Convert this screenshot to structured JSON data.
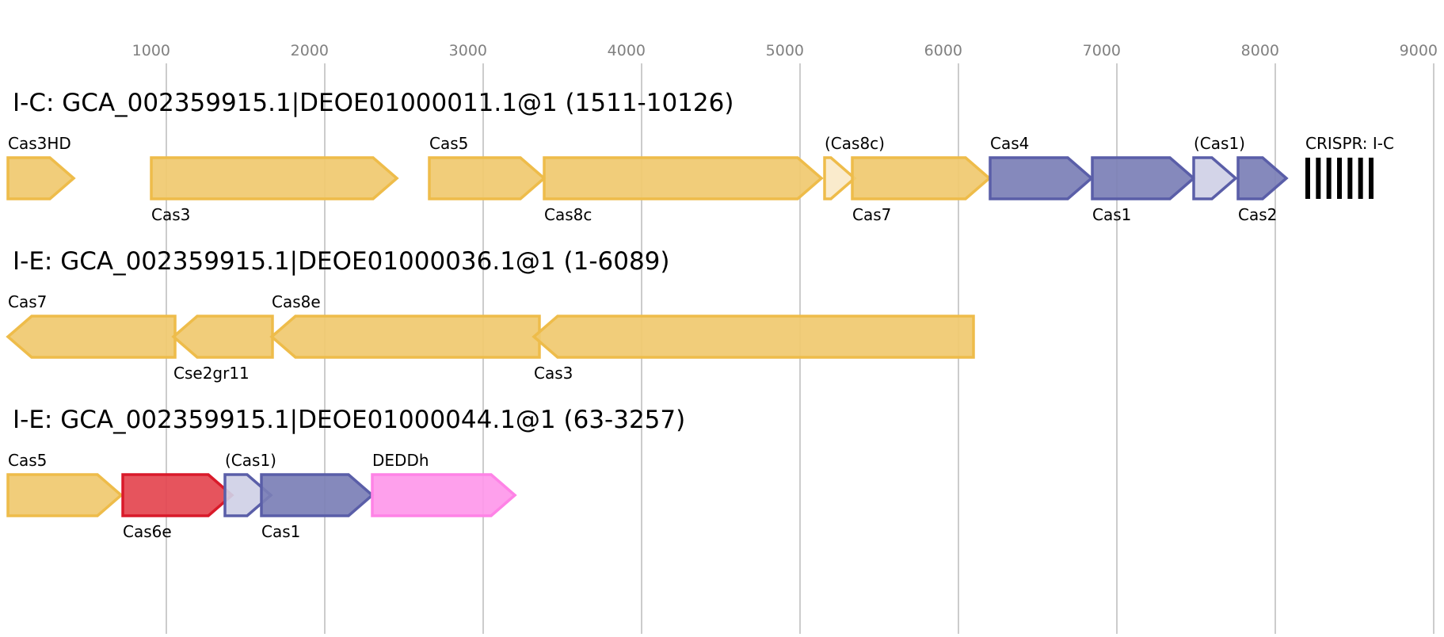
{
  "axis": {
    "ticks": [
      1000,
      2000,
      3000,
      4000,
      5000,
      6000,
      7000,
      8000,
      9000
    ],
    "tick_labels": [
      "1000",
      "2000",
      "3000",
      "4000",
      "5000",
      "6000",
      "7000",
      "8000",
      "9000"
    ],
    "range_bp": [
      0,
      9000
    ],
    "grid": true
  },
  "colors": {
    "yellow": {
      "fill": "#f0c96f",
      "stroke": "#eebc4a"
    },
    "yellow_pale": {
      "fill": "#fae9c8",
      "stroke": "#eebc4a"
    },
    "blue": {
      "fill": "#7b7fb6",
      "stroke": "#5a5ea8"
    },
    "blue_pale": {
      "fill": "#cfd0e6",
      "stroke": "#5a5ea8"
    },
    "red": {
      "fill": "#e4454f",
      "stroke": "#d91a2a"
    },
    "pink": {
      "fill": "#fe98ea",
      "stroke": "#fe83e6"
    },
    "crispr": "#000000",
    "grid": "#bbbbbb"
  },
  "tracks": [
    {
      "title": "I-C: GCA_002359915.1|DEOE01000011.1@1 (1511-10126)",
      "genes": [
        {
          "label": "Cas3HD",
          "start": 0,
          "end": 415,
          "strand": "+",
          "color": "yellow",
          "label_pos": "above"
        },
        {
          "label": "Cas3",
          "start": 905,
          "end": 2455,
          "strand": "+",
          "color": "yellow",
          "label_pos": "below"
        },
        {
          "label": "Cas5",
          "start": 2660,
          "end": 3385,
          "strand": "+",
          "color": "yellow",
          "label_pos": "above"
        },
        {
          "label": "Cas8c",
          "start": 3385,
          "end": 5135,
          "strand": "+",
          "color": "yellow",
          "label_pos": "below"
        },
        {
          "label": "(Cas8c)",
          "start": 5155,
          "end": 5345,
          "strand": "+",
          "color": "yellow_pale",
          "label_pos": "above"
        },
        {
          "label": "Cas7",
          "start": 5330,
          "end": 6195,
          "strand": "+",
          "color": "yellow",
          "label_pos": "below"
        },
        {
          "label": "Cas4",
          "start": 6200,
          "end": 6840,
          "strand": "+",
          "color": "blue",
          "label_pos": "above"
        },
        {
          "label": "Cas1",
          "start": 6845,
          "end": 7485,
          "strand": "+",
          "color": "blue",
          "label_pos": "below"
        },
        {
          "label": "(Cas1)",
          "start": 7485,
          "end": 7750,
          "strand": "+",
          "color": "blue_pale",
          "label_pos": "above"
        },
        {
          "label": "Cas2",
          "start": 7765,
          "end": 8070,
          "strand": "+",
          "color": "blue",
          "label_pos": "below"
        }
      ],
      "crispr": {
        "label": "CRISPR: I-C",
        "start": 8190,
        "end": 8620,
        "repeats": 7
      }
    },
    {
      "title": "I-E: GCA_002359915.1|DEOE01000036.1@1 (1-6089)",
      "genes": [
        {
          "label": "Cas7",
          "start": 0,
          "end": 1055,
          "strand": "-",
          "color": "yellow",
          "label_pos": "above"
        },
        {
          "label": "Cse2gr11",
          "start": 1045,
          "end": 1670,
          "strand": "-",
          "color": "yellow",
          "label_pos": "below"
        },
        {
          "label": "Cas8e",
          "start": 1665,
          "end": 3355,
          "strand": "-",
          "color": "yellow",
          "label_pos": "above"
        },
        {
          "label": "Cas3",
          "start": 3320,
          "end": 6095,
          "strand": "-",
          "color": "yellow",
          "label_pos": "below"
        }
      ]
    },
    {
      "title": "I-E: GCA_002359915.1|DEOE01000044.1@1 (63-3257)",
      "genes": [
        {
          "label": "Cas5",
          "start": 0,
          "end": 715,
          "strand": "+",
          "color": "yellow",
          "label_pos": "above"
        },
        {
          "label": "Cas6e",
          "start": 725,
          "end": 1415,
          "strand": "+",
          "color": "red",
          "label_pos": "below"
        },
        {
          "label": "(Cas1)",
          "start": 1370,
          "end": 1660,
          "strand": "+",
          "color": "blue_pale",
          "label_pos": "above"
        },
        {
          "label": "Cas1",
          "start": 1600,
          "end": 2300,
          "strand": "+",
          "color": "blue",
          "label_pos": "below"
        },
        {
          "label": "DEDDh",
          "start": 2300,
          "end": 3200,
          "strand": "+",
          "color": "pink",
          "label_pos": "above"
        }
      ]
    }
  ]
}
